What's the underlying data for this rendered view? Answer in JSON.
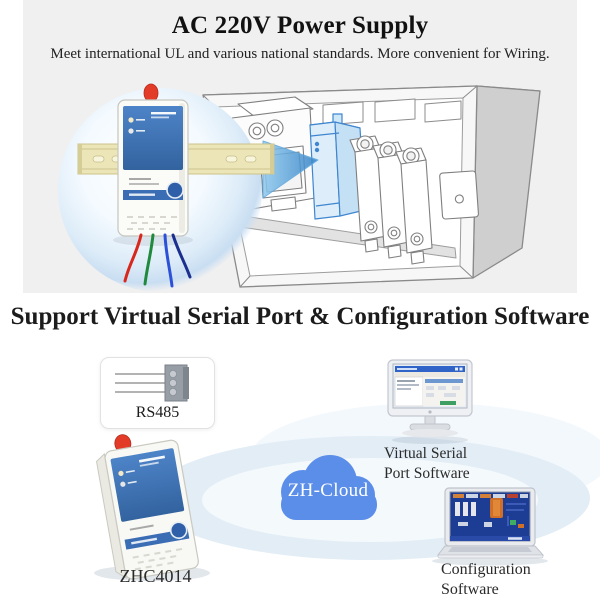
{
  "header": {
    "title": "AC 220V Power Supply",
    "subtitle": "Meet international UL and various national standards. More convenient for Wiring."
  },
  "software_section": {
    "title": "Support Virtual Serial Port & Configuration Software",
    "rs485_label": "RS485",
    "device_model": "ZHC4014",
    "cloud_label": "ZH-Cloud",
    "virtual_serial": {
      "line1": "Virtual Serial",
      "line2": "Port Software"
    },
    "configuration": {
      "line1": "Configuration",
      "line2": "Software"
    }
  },
  "icons": {
    "rs485_connector": "three-wire-terminal-block",
    "installation": "din-rail-modem-installed-in-electrical-cabinet",
    "zhc4014_device": "din-rail-cellular-modem",
    "cloud": "cloud-shape",
    "virtual_serial_monitor": "desktop-monitor-with-software-window",
    "configuration_laptop": "laptop-with-scada-software",
    "highlight_arrow": "right-pointing-arrow"
  },
  "colors": {
    "section_panel_bg": "#f0f0f0",
    "heading_text": "#1a1a1a",
    "cloud_blue": "#5b8ee9",
    "device_panel_blue": "#3f74b8",
    "device_band_blue": "#3a6db4",
    "din_rail_yellow": "#ece5b8",
    "antenna_red": "#e23b28",
    "wire_red": "#d8281e",
    "wire_green": "#1f8a3c",
    "wire_blue": "#2c51d8",
    "wire_navy": "#1b2f8f",
    "highlight_arrow_blue": "#4a9ad8",
    "orbit_ellipse_blue": "#e2edf6"
  }
}
